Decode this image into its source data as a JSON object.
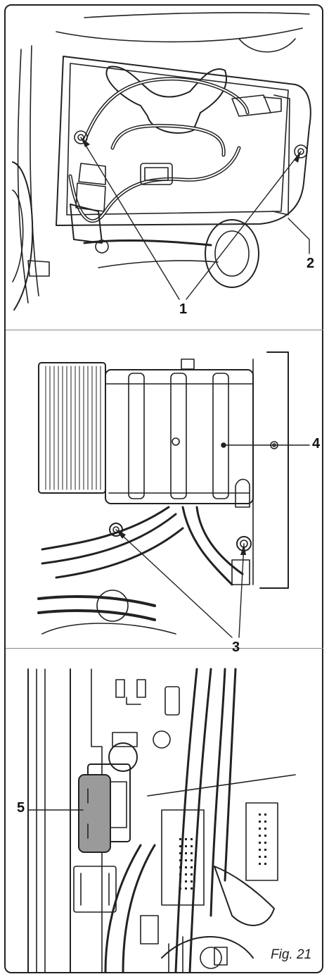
{
  "callouts": {
    "label_1": "1",
    "label_2": "2",
    "label_3": "3",
    "label_4": "4",
    "label_5": "5"
  },
  "caption": "Fig. 21",
  "colors": {
    "line": "#222222",
    "fuse_fill": "#9a9a9a",
    "border": "#222222"
  }
}
